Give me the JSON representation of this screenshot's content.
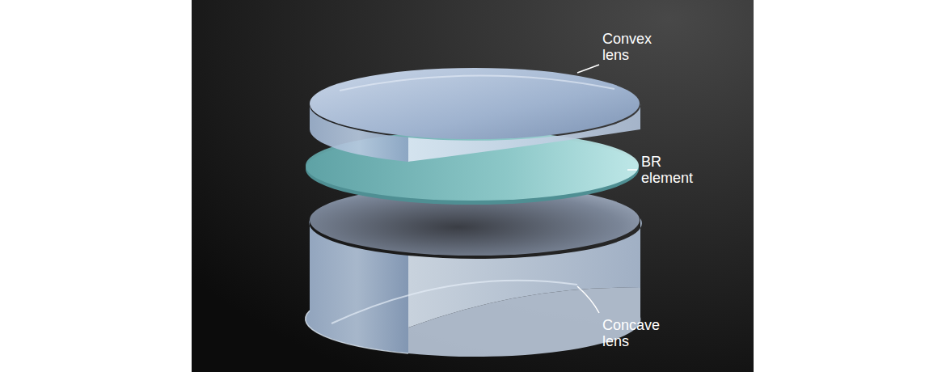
{
  "diagram": {
    "labels": [
      "Convex lens",
      "BR element",
      "Concave lens"
    ]
  }
}
